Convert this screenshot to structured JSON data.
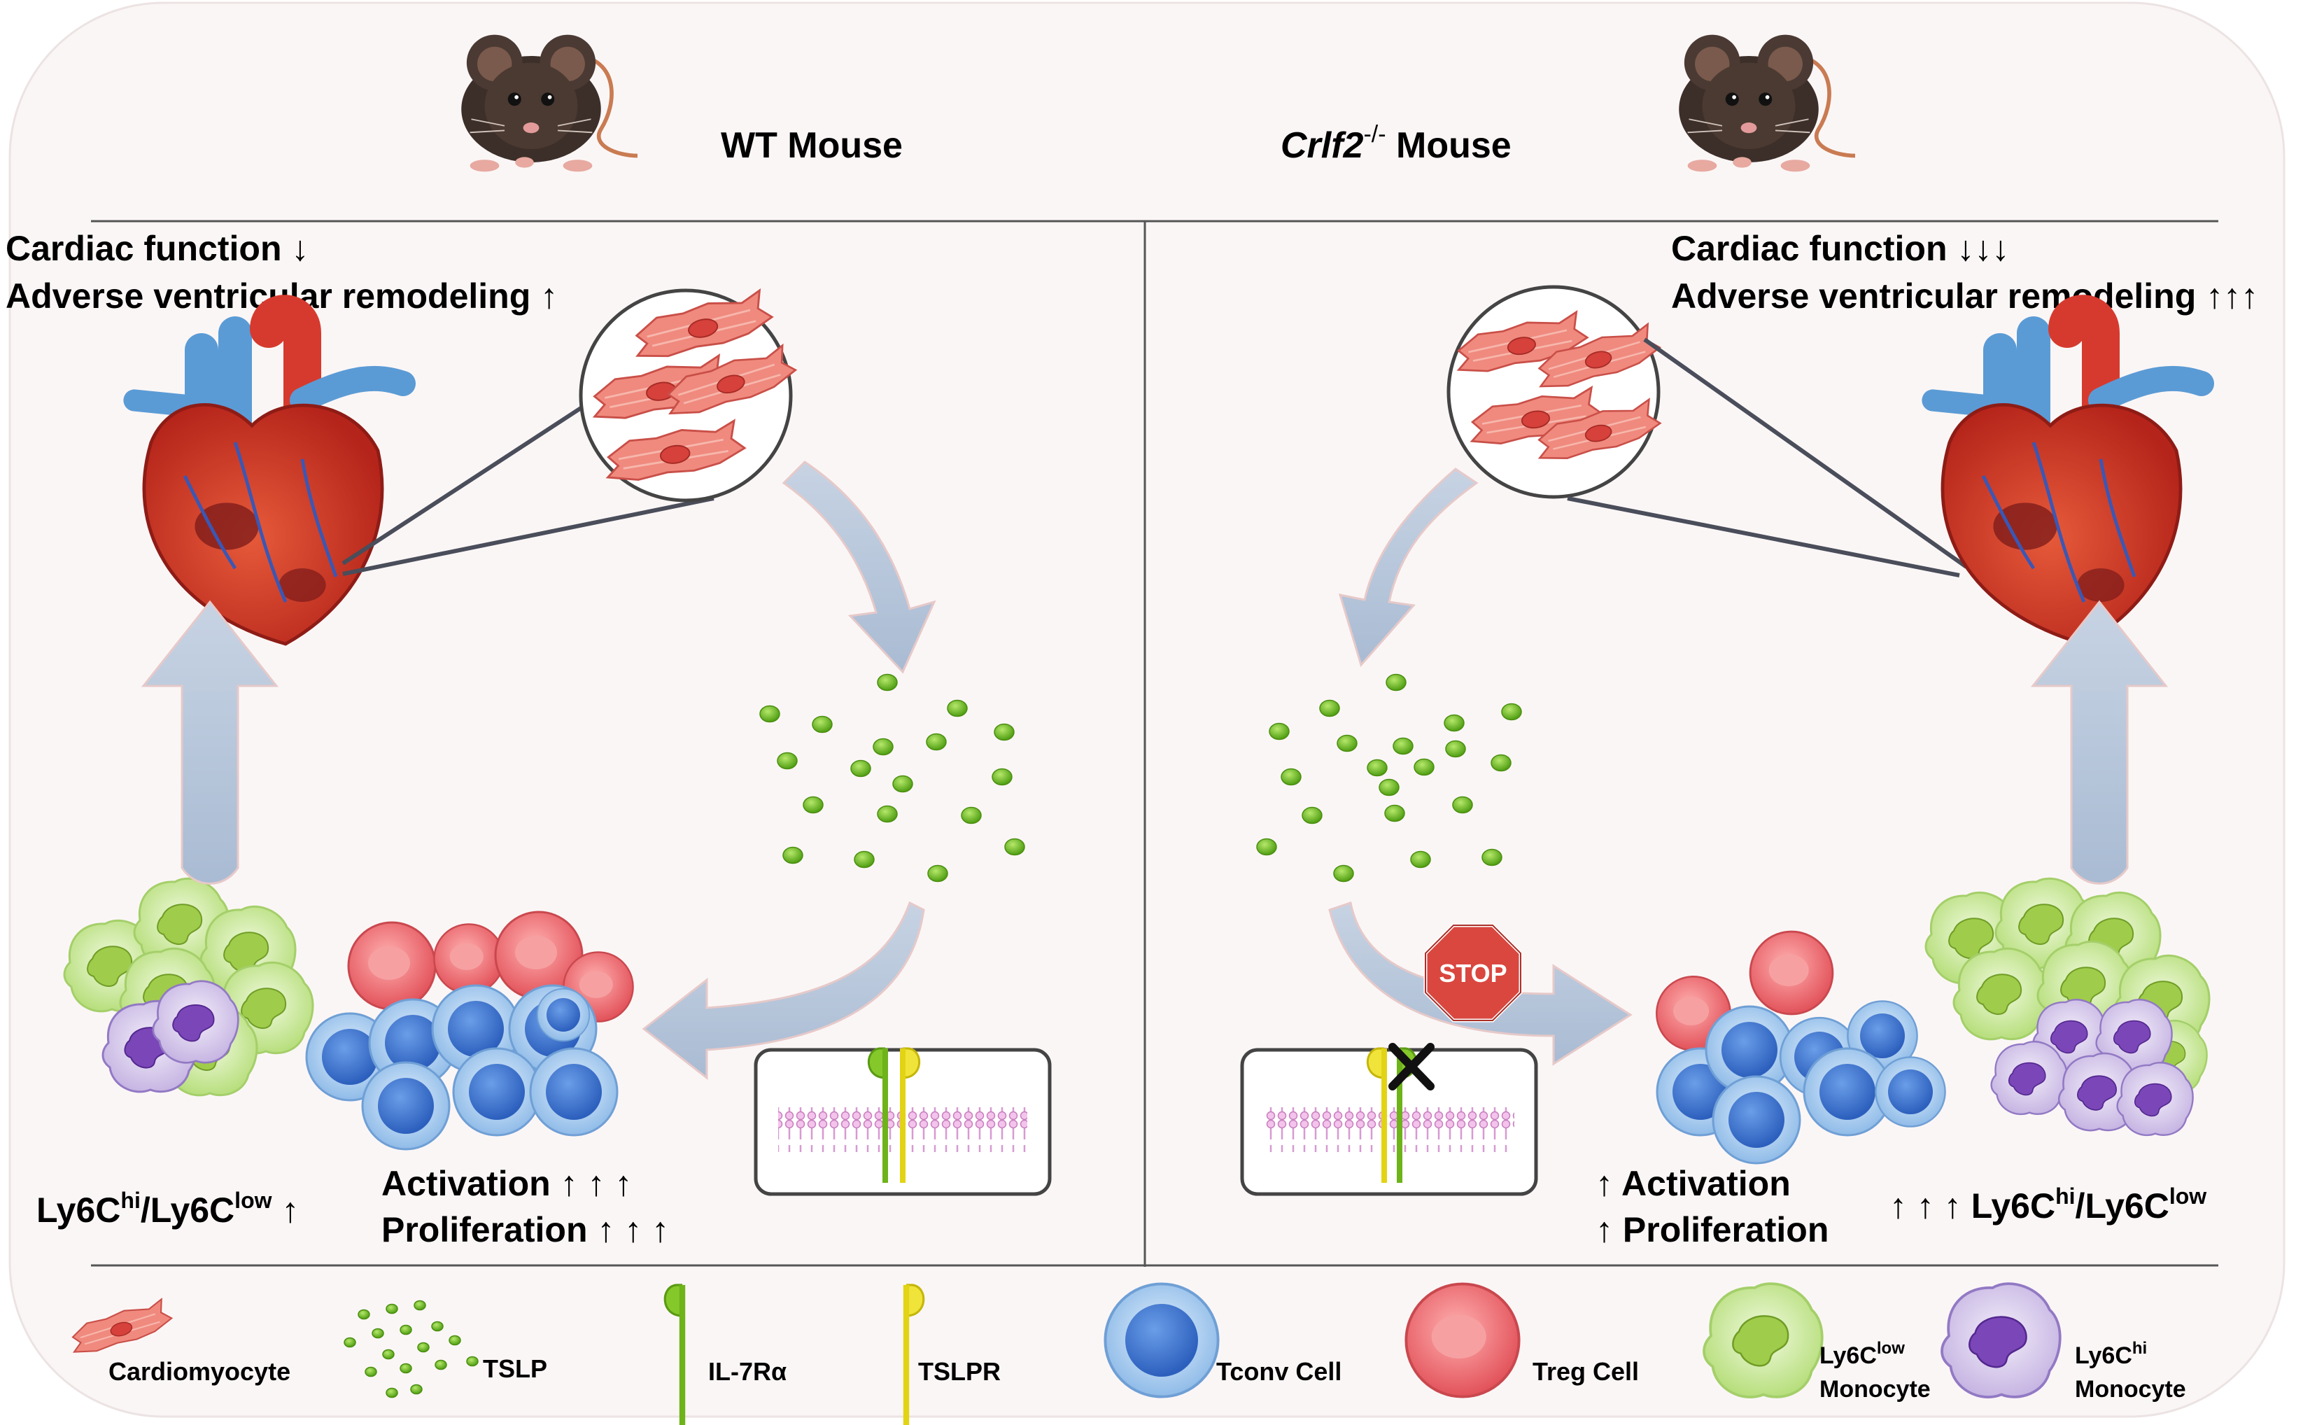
{
  "panels": {
    "wt": {
      "title": "WT  Mouse",
      "status_line1": "Cardiac function ↓",
      "status_line2": "Adverse ventricular remodeling ↑",
      "ratio_label": "Ly6C",
      "ratio_sup1": "hi",
      "ratio_mid": "/Ly6C",
      "ratio_sup2": "low",
      "ratio_arrow": " ↑",
      "activation": "Activation ↑ ↑ ↑",
      "proliferation": "Proliferation ↑ ↑ ↑"
    },
    "ko": {
      "title_italic": "Crlf2",
      "title_sup": "-/-",
      "title_rest": " Mouse",
      "status_line1": "Cardiac function ↓↓↓",
      "status_line2": "Adverse ventricular remodeling ↑↑↑",
      "activation": "↑ Activation",
      "proliferation": "↑ Proliferation",
      "ratio_arrows": "↑ ↑ ↑ ",
      "ratio_label": "Ly6C",
      "ratio_sup1": "hi",
      "ratio_mid": "/Ly6C",
      "ratio_sup2": "low",
      "stop_sign": "STOP"
    }
  },
  "legend": {
    "cardiomyocyte": "Cardiomyocyte",
    "tslp": "TSLP",
    "il7ra": "IL-7Rα",
    "tslpr": "TSLPR",
    "tconv": "Tconv Cell",
    "treg": "Treg Cell",
    "ly6c_low_base": "Ly6C",
    "ly6c_low_sup": "low",
    "ly6c_low_line2": "Monocyte",
    "ly6c_hi_base": "Ly6C",
    "ly6c_hi_sup": "hi",
    "ly6c_hi_line2": "Monocyte"
  },
  "colors": {
    "background": "#fbf6f6",
    "tslp_green": "#6dbe1e",
    "il7ra_green": "#7cc21c",
    "tslpr_yellow": "#e8dc12",
    "tconv_blue": "#4a7fd6",
    "treg_red": "#ef7072",
    "monocyte_low": "#c9e89a",
    "monocyte_hi": "#8a5fc0",
    "arrow_blue": "#b9c8dc",
    "stop_red": "#d9473f"
  }
}
